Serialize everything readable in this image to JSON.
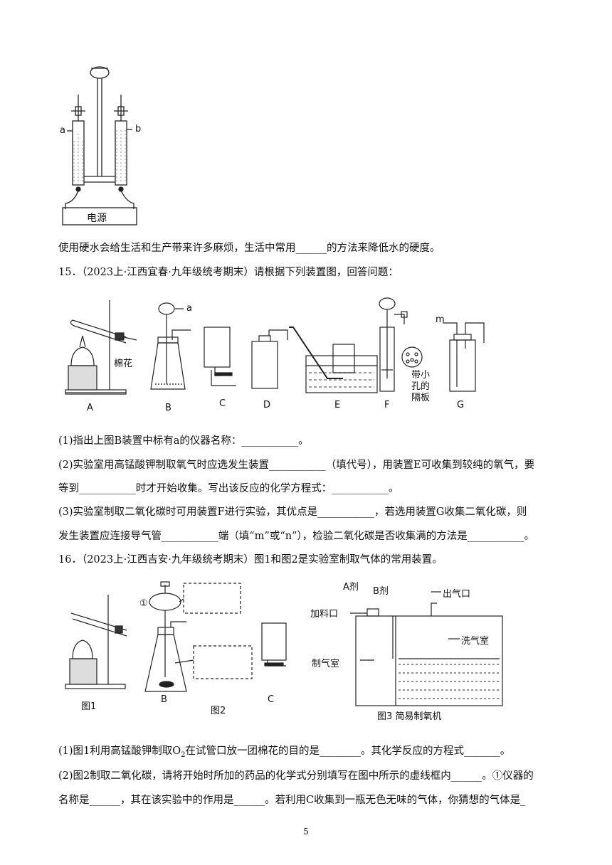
{
  "fig_electrolysis": {
    "label_a": "a",
    "label_b": "b",
    "power": "电源"
  },
  "q14_tail": "使用硬水会给生活和生产带来许多麻烦，生活中常用______的方法来降低水的硬度。",
  "q15": {
    "title": "15．（2023上·江西宜春·九年级统考期末）请根据下列装置图，回答问题：",
    "fig": {
      "labels": [
        "A",
        "B",
        "C",
        "D",
        "E",
        "F",
        "G"
      ],
      "cotton": "棉花",
      "label_a": "a",
      "label_m": "m",
      "partition": [
        "带小",
        "孔的",
        "隔板"
      ]
    },
    "q1": "(1)指出上图B装置中标有a的仪器名称：___________。",
    "q2_l1": "(2)实验室用高锰酸钾制取氧气时应选发生装置___________（填代号），用装置E可收集到较纯的氧气，要",
    "q2_l2": "等到___________时才开始收集。写出该反应的化学方程式：___________。",
    "q3_l1": "(3)实验室制取二氧化碳时可用装置F进行实验，其优点是___________，若选用装置G收集二氧化碳，则",
    "q3_l2": "发生装置应连接导气管___________端（填“m”或“n”），检验二氧化碳是否收集满的方法是___________。"
  },
  "q16": {
    "title": "16．（2023上·江西吉安·九年级统考期末）图1和图2是实验室制取气体的常用装置。",
    "fig": {
      "fig1": "图1",
      "b": "B",
      "fig2": "图2",
      "c": "C",
      "circle_1": "①",
      "a_agent": "A剂",
      "b_agent": "B剂",
      "feed": "加料口",
      "outlet": "出气口",
      "wash": "洗气室",
      "gen": "制气室",
      "fig3": "图3 简易制氧机"
    },
    "q1_pre": "(1)图1利用高锰酸钾制取O",
    "q1_sub": "2",
    "q1_post": "在试管口放一团棉花的目的是________。其化学反应的方程式_______。",
    "q2_l1": "(2)图2制取二氧化碳，请将开始时所加的药品的化学式分别填写在图中所示的虚线框内______。①仪器的",
    "q2_l2": "名称是______，其在该实验中的作用是______。若利用C收集到一瓶无色无味的气体，你猜想的气体是_"
  },
  "page_number": "5"
}
